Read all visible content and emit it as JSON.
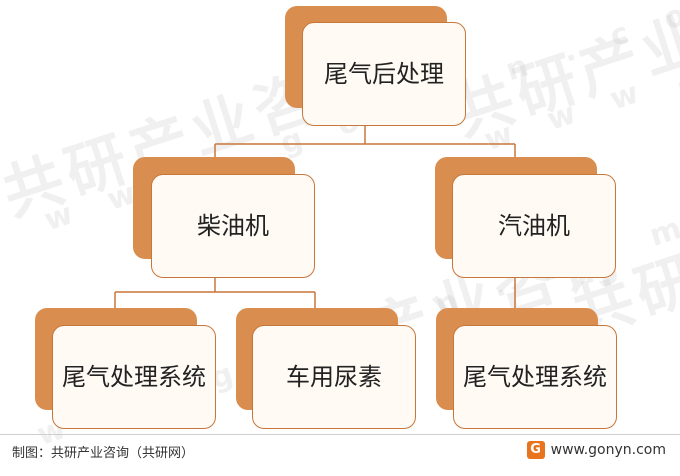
{
  "diagram": {
    "root": "尾气后处理",
    "diesel": "柴油机",
    "gasoline": "汽油机",
    "diesel_child_1": "尾气处理系统",
    "diesel_child_2": "车用尿素",
    "gasoline_child_1": "尾气处理系统"
  },
  "watermark": {
    "text_cn": "共研产业咨询",
    "text_en": "w w w . g o n y n . c o m"
  },
  "footer": {
    "credit": "制图：共研产业咨询（共研网）",
    "logo_letter": "G",
    "website": "www.gonyn.com"
  },
  "colors": {
    "accent": "#d98d4f",
    "border": "#c8773a",
    "card_fill": "#fffaf4",
    "line": "#c8773a"
  }
}
